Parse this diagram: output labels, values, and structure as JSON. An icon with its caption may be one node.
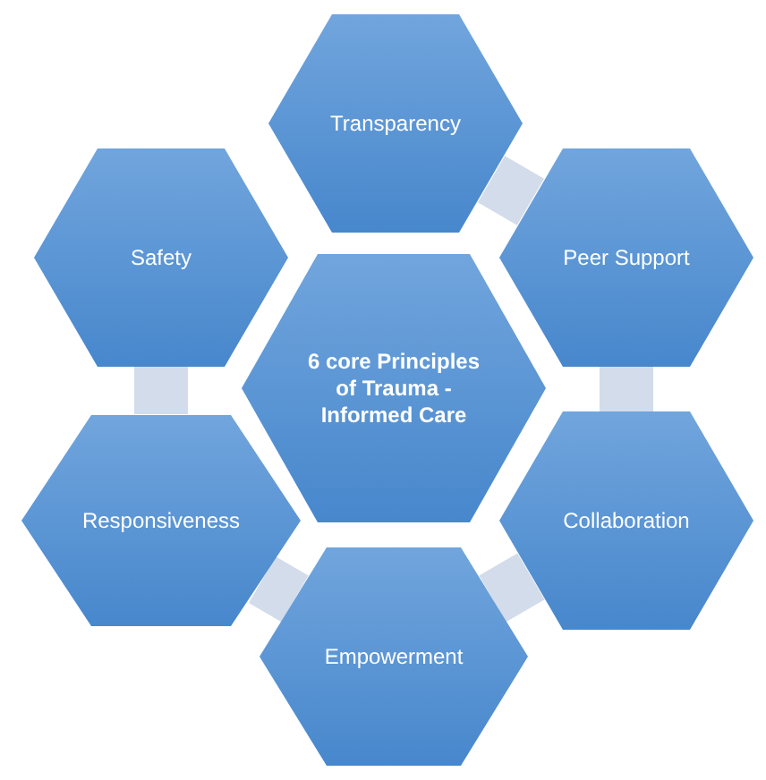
{
  "diagram": {
    "nodes": [
      {
        "text": [
          "Transparency"
        ]
      },
      {
        "text": [
          "Safety"
        ]
      },
      {
        "text": [
          "Peer Support"
        ]
      },
      {
        "text": [
          "6 core Principles of Trauma - Informed Care"
        ]
      },
      {
        "text": [
          "Responsiveness"
        ]
      },
      {
        "text": [
          "Collaboration"
        ]
      },
      {
        "text": [
          "Empowerment"
        ]
      }
    ],
    "edges": [
      {
        "from": 0,
        "to": 2,
        "arrow": "none"
      },
      {
        "from": 2,
        "to": 5,
        "arrow": "none"
      },
      {
        "from": 5,
        "to": 6,
        "arrow": "none"
      },
      {
        "from": 6,
        "to": 4,
        "arrow": "none"
      },
      {
        "from": 4,
        "to": 1,
        "arrow": "none"
      }
    ]
  }
}
